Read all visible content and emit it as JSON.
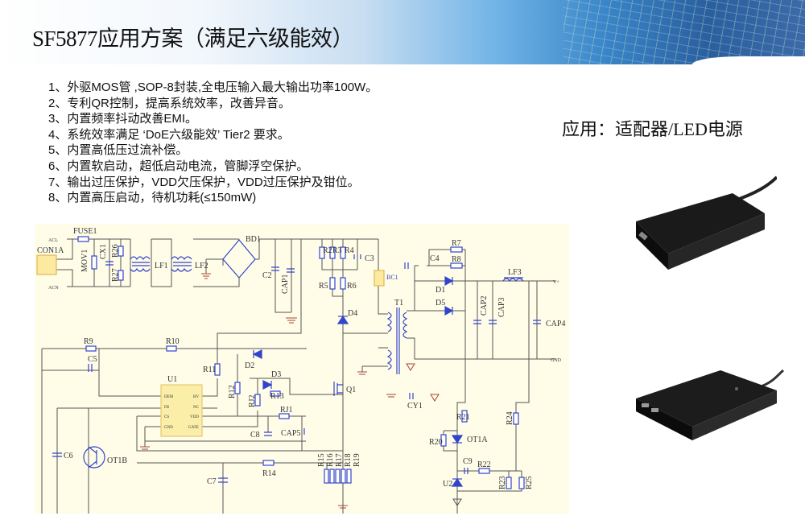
{
  "title": "SF5877应用方案（满足六级能效）",
  "features": [
    "1、外驱MOS管 ,SOP-8封装,全电压输入最大输出功率100W。",
    "2、专利QR控制，提高系统效率，改善异音。",
    "3、内置频率抖动改善EMI。",
    "4、系统效率满足 ‘DoE六级能效’ Tier2 要求。",
    "5、内置高低压过流补偿。",
    "6、内置软启动，超低启动电流，管脚浮空保护。",
    "7、输出过压保护，VDD欠压保护，VDD过压保护及钳位。",
    "8、内置高压启动，待机功耗(≤150mW)"
  ],
  "application": "应用：适配器/LED电源",
  "colors": {
    "wire": "#555555",
    "component": "#3344cc",
    "ground": "#aa4433",
    "background": "#fffde8",
    "accent": "#2a5f9e"
  },
  "schematic": {
    "L": {
      "ACL": "ACL",
      "ACN": "ACN",
      "CON1A": "CON1A",
      "FUSE1": "FUSE1",
      "MOV1": "MOV1",
      "CX1": "CX1",
      "R26": "R26",
      "R27": "R27",
      "LF1": "LF1",
      "LF2": "LF2",
      "BD1": "BD1",
      "C2": "C2",
      "CAP1": "CAP1",
      "R2": "R2",
      "R3": "R3",
      "R4": "R4",
      "C3": "C3",
      "R5": "R5",
      "R6": "R6",
      "BC1": "BC1",
      "D4": "D4",
      "T1": "T1",
      "C4": "C4",
      "R7": "R7",
      "R8": "R8",
      "D1": "D1",
      "D5": "D5",
      "LF3": "LF3",
      "VP": "V+",
      "GND": "GND",
      "CAP2": "CAP2",
      "CAP3": "CAP3",
      "CAP4": "CAP4",
      "R9": "R9",
      "R10": "R10",
      "C5": "C5",
      "R11": "R11",
      "D2": "D2",
      "D3": "D3",
      "R13": "R13",
      "R12": "R12",
      "RJ2": "RJ2",
      "RJ1": "RJ1",
      "Q1": "Q1",
      "U1": "U1",
      "DEM": "DEM",
      "FB": "FB",
      "CS": "CS",
      "UGND": "GND",
      "HV": "HV",
      "NC": "NC",
      "VDD": "VDD",
      "GATE": "GATE",
      "C8": "C8",
      "CAP5": "CAP5",
      "C6": "C6",
      "OT1B": "OT1B",
      "C7": "C7",
      "R14": "R14",
      "R15": "R15",
      "R16": "R16",
      "R17": "R17",
      "R18": "R18",
      "R19": "R19",
      "CY1": "CY1",
      "R21": "R21",
      "R20": "R20",
      "OT1A": "OT1A",
      "C9": "C9",
      "R22": "R22",
      "U2": "U2",
      "R23": "R23",
      "R25": "R25",
      "R24": "R24"
    }
  }
}
